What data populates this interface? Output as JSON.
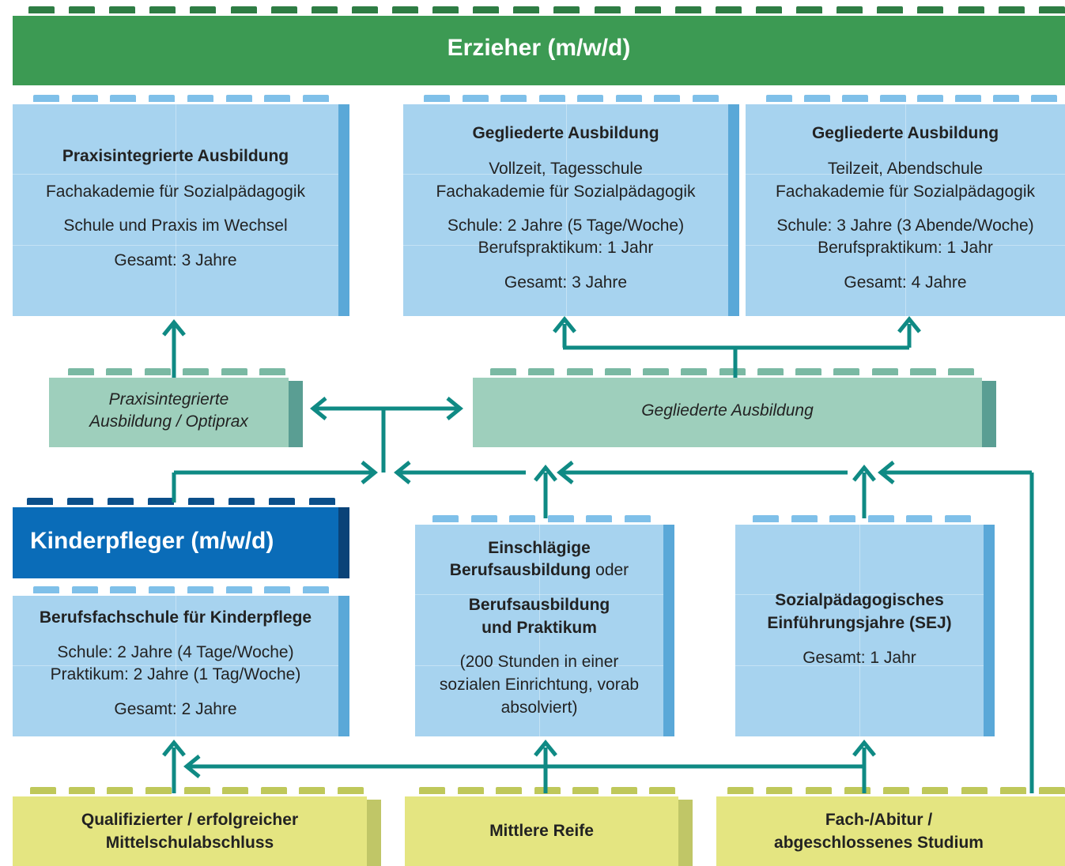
{
  "colors": {
    "green": "#3c9a53",
    "light_blue": "#a7d3ef",
    "blue_side": "#5aa8d8",
    "dark_blue": "#0a6cb8",
    "teal_block": "#9ecfbc",
    "yellow": "#e4e581",
    "arrow": "#0f8a84"
  },
  "erzieher": {
    "title": "Erzieher (m/w/d)"
  },
  "praxis_box": {
    "title": "Praxisintegrierte Ausbildung",
    "line1": "Fachakademie für Sozialpädagogik",
    "line2": "Schule und Praxis im Wechsel",
    "line3": "Gesamt: 3 Jahre"
  },
  "geg_vollzeit": {
    "title": "Gegliederte Ausbildung",
    "line1": "Vollzeit, Tagesschule",
    "line2": "Fachakademie für Sozialpädagogik",
    "line3": "Schule: 2 Jahre (5 Tage/Woche)",
    "line4": "Berufspraktikum: 1 Jahr",
    "line5": "Gesamt: 3 Jahre"
  },
  "geg_teilzeit": {
    "title": "Gegliederte Ausbildung",
    "line1": "Teilzeit, Abendschule",
    "line2": "Fachakademie für Sozialpädagogik",
    "line3": "Schule: 3 Jahre (3 Abende/Woche)",
    "line4": "Berufspraktikum: 1 Jahr",
    "line5": "Gesamt: 4 Jahre"
  },
  "optiprax": {
    "line1": "Praxisintegrierte",
    "line2": "Ausbildung / Optiprax"
  },
  "gegliederte_mid": {
    "label": "Gegliederte Ausbildung"
  },
  "kinderpfleger": {
    "title": "Kinderpfleger (m/w/d)"
  },
  "bfs": {
    "title": "Berufsfachschule für Kinderpflege",
    "line1": "Schule: 2 Jahre (4 Tage/Woche)",
    "line2": "Praktikum: 2 Jahre (1 Tag/Woche)",
    "line3": "Gesamt: 2 Jahre"
  },
  "beruf": {
    "title1": "Einschlägige",
    "title2_bold": "Berufsausbildung",
    "title2_rest": " oder",
    "title3": "Berufsausbildung",
    "title4": "und Praktikum",
    "line1": "(200 Stunden in einer",
    "line2": "sozialen Einrichtung, vorab",
    "line3": "absolviert)"
  },
  "sej": {
    "title1": "Sozialpädagogisches",
    "title2": "Einführungsjahre (SEJ)",
    "line1": "Gesamt: 1 Jahr"
  },
  "mittelschule": {
    "line1": "Qualifizierter / erfolgreicher",
    "line2": "Mittelschulabschluss"
  },
  "reife": {
    "line1": "Mittlere Reife"
  },
  "abitur": {
    "line1": "Fach-/Abitur /",
    "line2": "abgeschlossenes Studium"
  }
}
